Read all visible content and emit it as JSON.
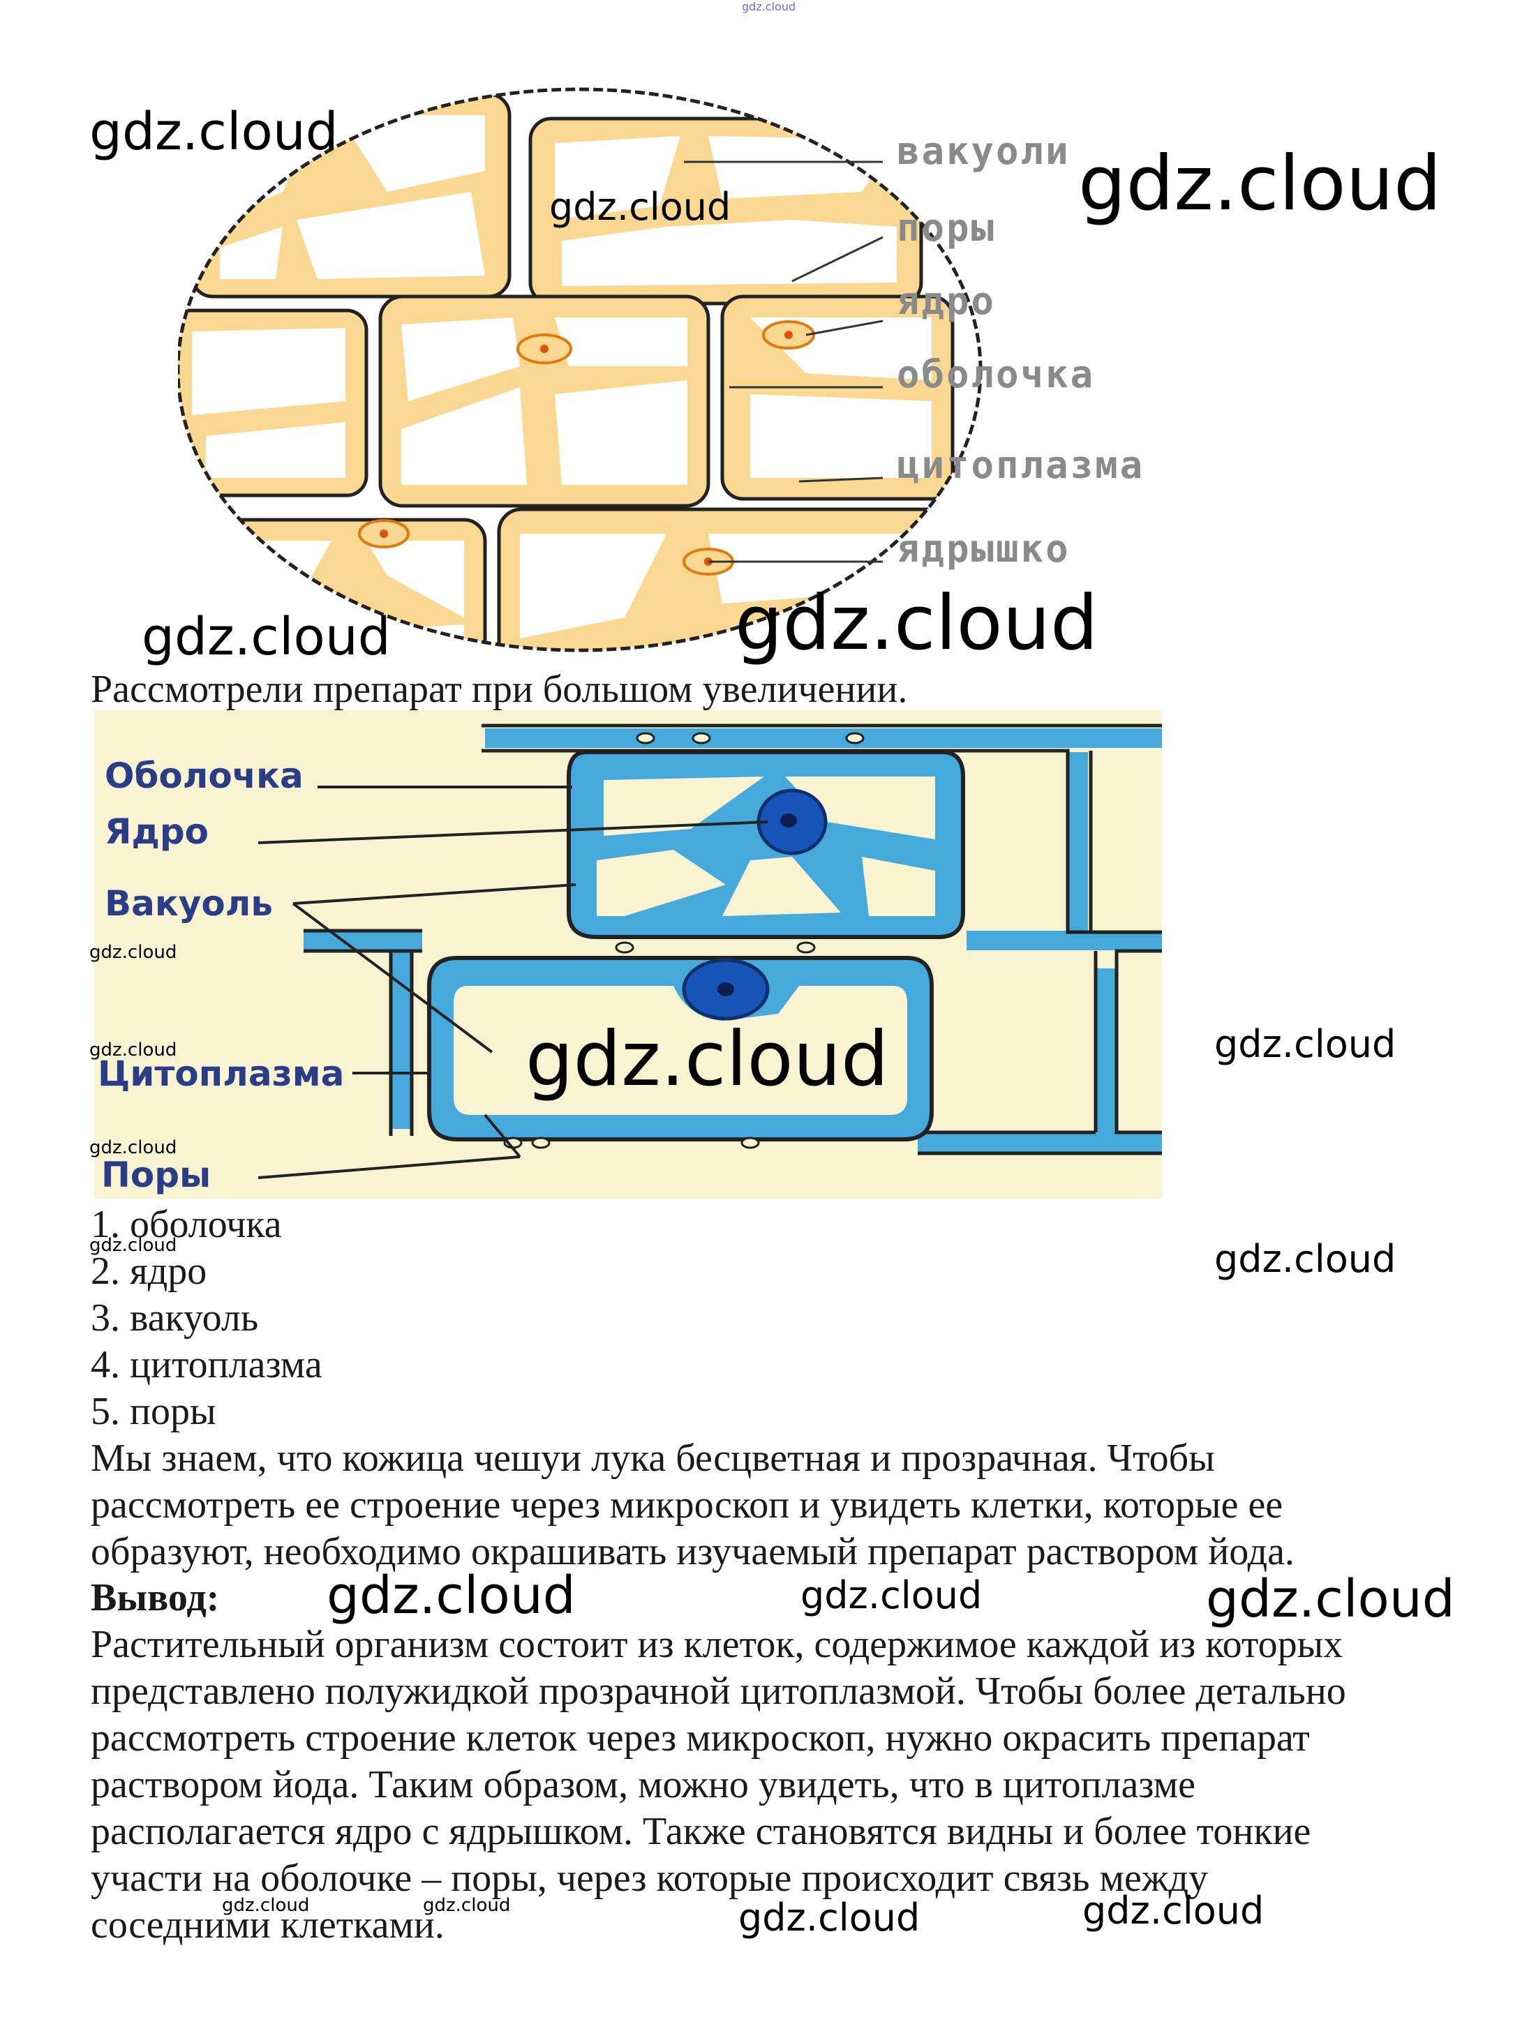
{
  "watermark": "gdz.cloud",
  "figure1": {
    "labels": [
      "вакуоли",
      "поры",
      "ядро",
      "оболочка",
      "цитоплазма",
      "ядрышко"
    ]
  },
  "caption": "Рассмотрели препарат при большом увеличении.",
  "figure2": {
    "labels": [
      "Оболочка",
      "Ядро",
      "Вакуоль",
      "Цитоплазма",
      "Поры"
    ]
  },
  "list": [
    "1. оболочка",
    "2. ядро",
    "3. вакуоль",
    "4. цитоплазма",
    "5. поры"
  ],
  "paragraph1": [
    "Мы знаем, что кожица чешуи лука бесцветная и прозрачная. Чтобы",
    "рассмотреть ее строение через микроскоп и увидеть клетки, которые ее",
    "образуют, необходимо окрашивать изучаемый препарат раствором йода."
  ],
  "conclusion_heading": "Вывод:",
  "paragraph2": [
    "Растительный организм состоит из клеток, содержимое каждой из которых",
    "представлено полужидкой прозрачной цитоплазмой. Чтобы более детально",
    "рассмотреть строение клеток через микроскоп, нужно окрасить препарат",
    "раствором йода. Таким образом, можно увидеть, что в цитоплазме",
    "располагается ядро с ядрышком. Также становятся видны и более тонкие",
    "участи на оболочке – поры, через которые происходит связь между",
    "соседними клетками."
  ],
  "colors": {
    "fig1_fill": "#fbd891",
    "fig2_background": "#f8f4d2",
    "fig2_blue": "#45a9dc",
    "fig2_nucleus": "#1756b8",
    "fig2_label": "#2a3d86"
  }
}
